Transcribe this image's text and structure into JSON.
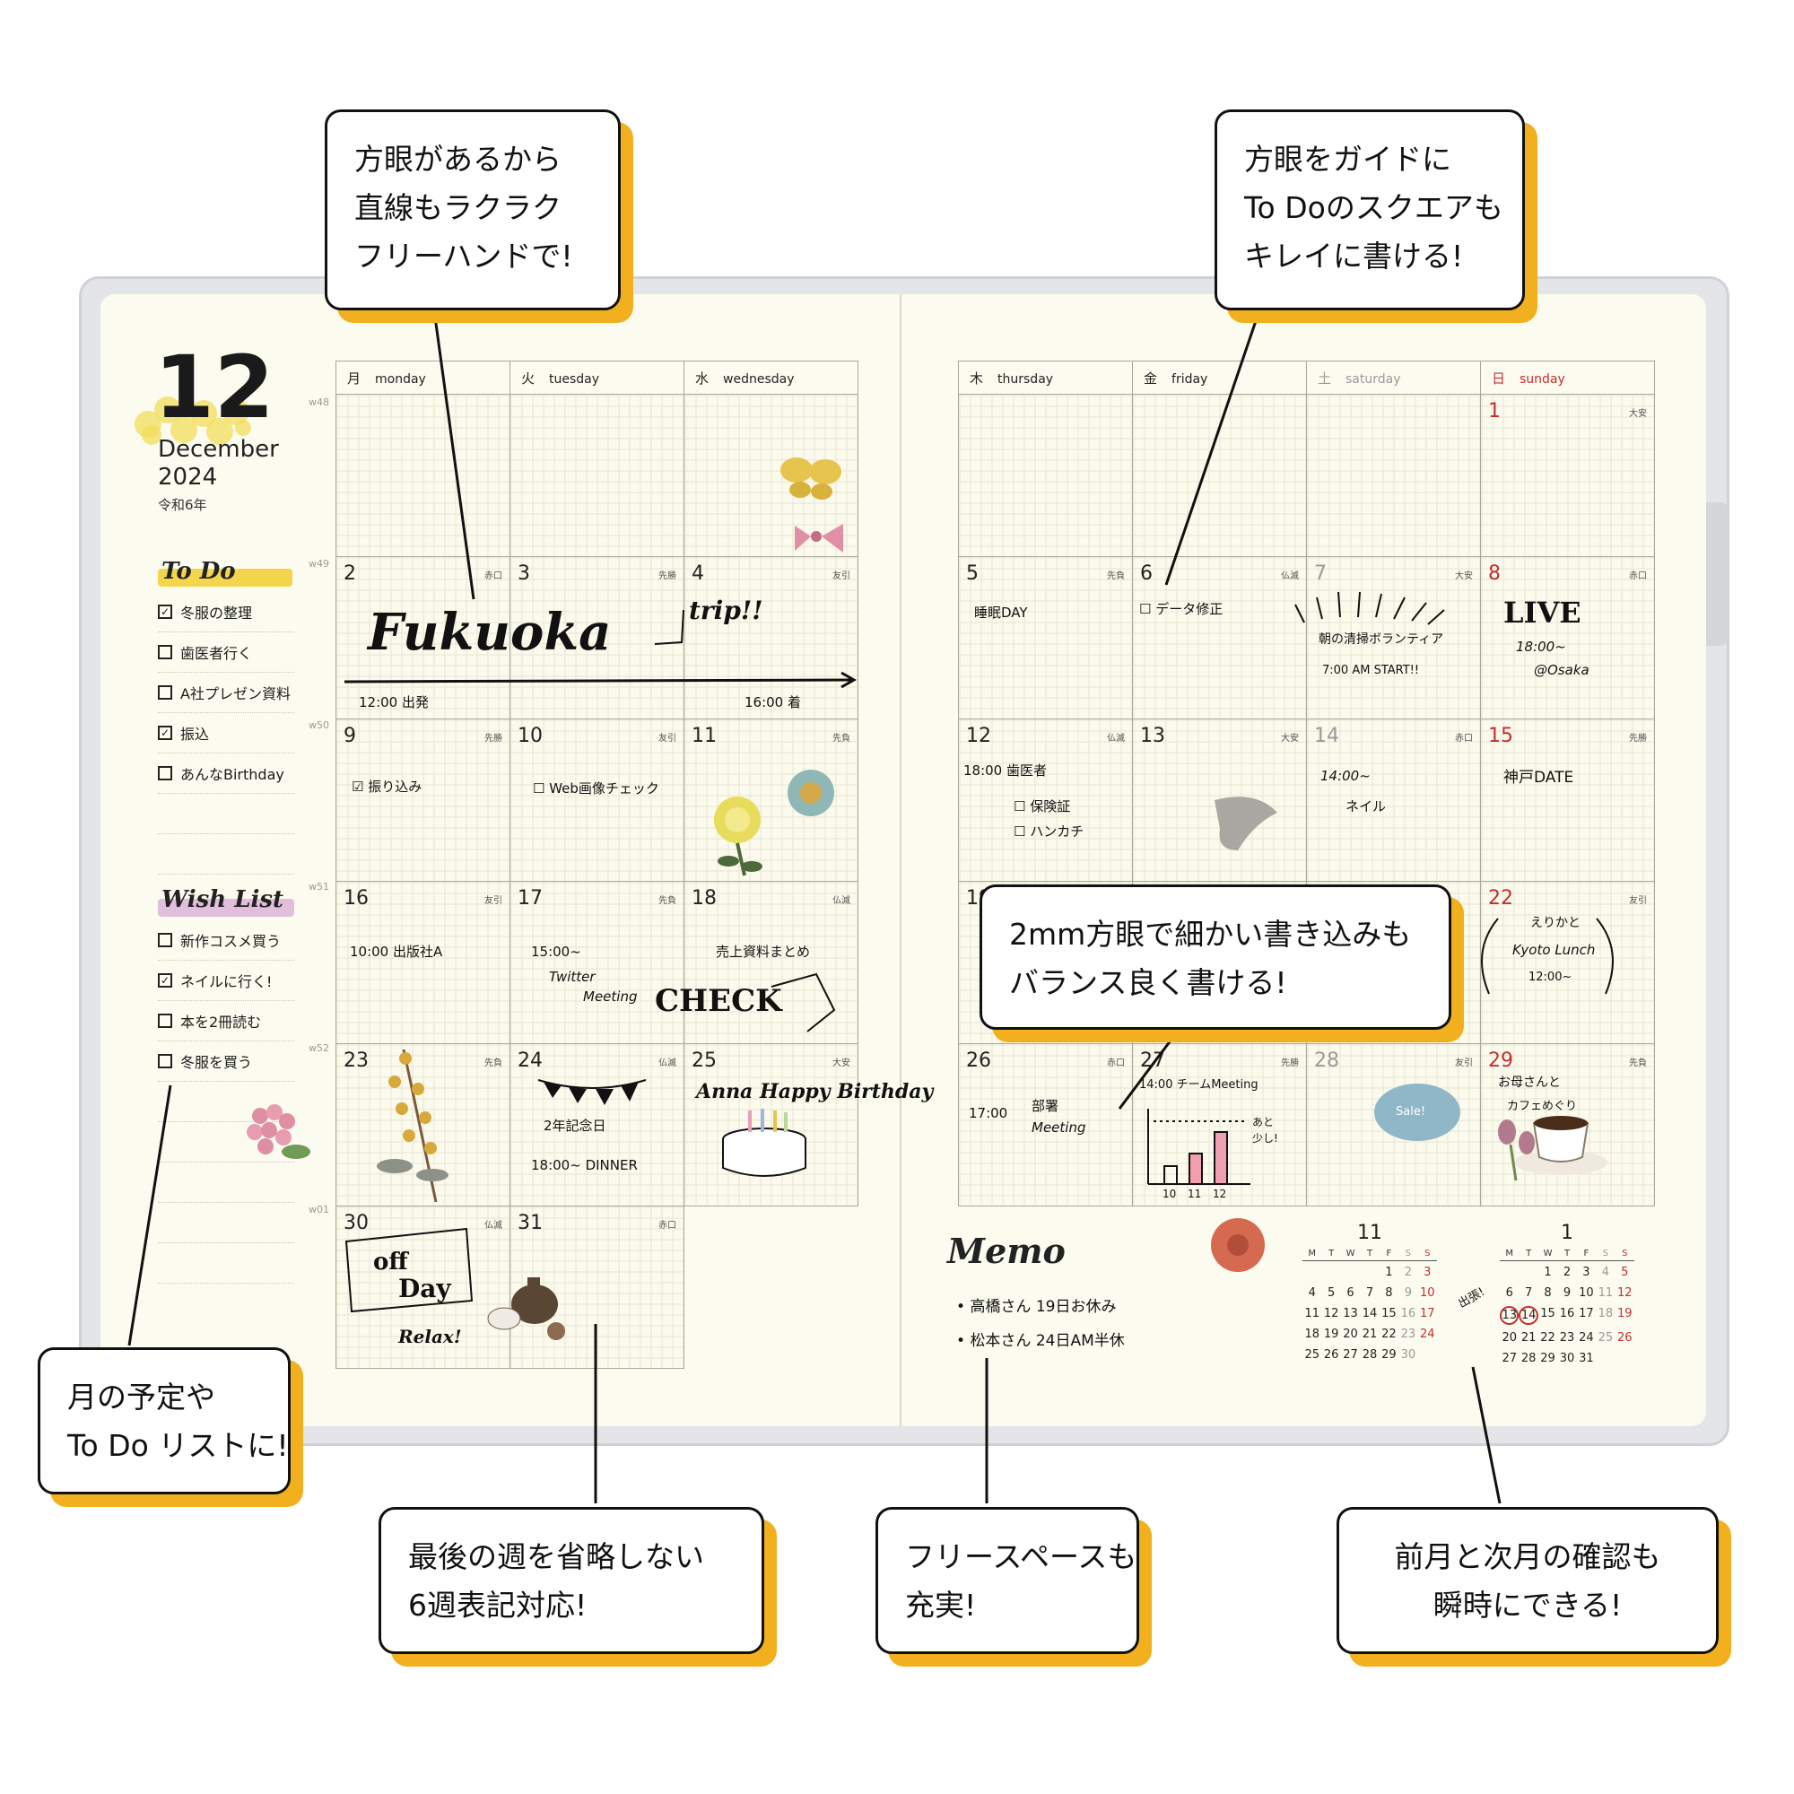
{
  "planner": {
    "month_number": "12",
    "month_name": "December",
    "year": "2024",
    "era": "令和6年",
    "todo_title": "To Do",
    "todo_items": [
      {
        "text": "冬服の整理",
        "checked": true
      },
      {
        "text": "歯医者行く",
        "checked": false
      },
      {
        "text": "A社プレゼン資料",
        "checked": false
      },
      {
        "text": "振込",
        "checked": true
      },
      {
        "text": "あんなBirthday",
        "checked": false
      }
    ],
    "wishlist_title": "Wish List",
    "wishlist_items": [
      {
        "text": "新作コスメ買う",
        "checked": false
      },
      {
        "text": "ネイルに行く!",
        "checked": true
      },
      {
        "text": "本を2冊読む",
        "checked": false
      },
      {
        "text": "冬服を買う",
        "checked": false
      }
    ],
    "week_labels": [
      "w48",
      "w49",
      "w50",
      "w51",
      "w52",
      "w01"
    ],
    "left_days": [
      {
        "kanji": "月",
        "en": "monday"
      },
      {
        "kanji": "火",
        "en": "tuesday"
      },
      {
        "kanji": "水",
        "en": "wednesday"
      }
    ],
    "right_days": [
      {
        "kanji": "木",
        "en": "thursday"
      },
      {
        "kanji": "金",
        "en": "friday"
      },
      {
        "kanji": "土",
        "en": "saturday"
      },
      {
        "kanji": "日",
        "en": "sunday"
      }
    ],
    "left_rows": [
      [
        {
          "d": "",
          "r": ""
        },
        {
          "d": "",
          "r": ""
        },
        {
          "d": "",
          "r": ""
        }
      ],
      [
        {
          "d": "2",
          "r": "赤口"
        },
        {
          "d": "3",
          "r": "先勝"
        },
        {
          "d": "4",
          "r": "友引"
        }
      ],
      [
        {
          "d": "9",
          "r": "先勝"
        },
        {
          "d": "10",
          "r": "友引"
        },
        {
          "d": "11",
          "r": "先負"
        }
      ],
      [
        {
          "d": "16",
          "r": "友引"
        },
        {
          "d": "17",
          "r": "先負"
        },
        {
          "d": "18",
          "r": "仏滅"
        }
      ],
      [
        {
          "d": "23",
          "r": "先負"
        },
        {
          "d": "24",
          "r": "仏滅"
        },
        {
          "d": "25",
          "r": "大安"
        }
      ],
      [
        {
          "d": "30",
          "r": "仏滅"
        },
        {
          "d": "31",
          "r": "赤口"
        }
      ]
    ],
    "right_rows": [
      [
        {
          "d": "",
          "r": ""
        },
        {
          "d": "",
          "r": ""
        },
        {
          "d": "",
          "r": ""
        },
        {
          "d": "1",
          "r": "大安"
        }
      ],
      [
        {
          "d": "5",
          "r": "先負"
        },
        {
          "d": "6",
          "r": "仏滅"
        },
        {
          "d": "7",
          "r": "大安"
        },
        {
          "d": "8",
          "r": "赤口"
        }
      ],
      [
        {
          "d": "12",
          "r": "仏滅"
        },
        {
          "d": "13",
          "r": "大安"
        },
        {
          "d": "14",
          "r": "赤口"
        },
        {
          "d": "15",
          "r": "先勝"
        }
      ],
      [
        {
          "d": "19",
          "r": ""
        },
        {
          "d": "",
          "r": ""
        },
        {
          "d": "",
          "r": ""
        },
        {
          "d": "22",
          "r": "友引"
        }
      ],
      [
        {
          "d": "26",
          "r": "赤口"
        },
        {
          "d": "27",
          "r": "先勝"
        },
        {
          "d": "28",
          "r": "友引"
        },
        {
          "d": "29",
          "r": "先負"
        }
      ]
    ]
  },
  "entries": {
    "fukuoka": "Fukuoka",
    "trip": "trip!!",
    "depart": "12:00 出発",
    "arrive": "16:00 着",
    "furikomi": "振り込み",
    "web_check": "Web画像チェック",
    "sleep_day": "睡眠DAY",
    "data_fix": "データ修正",
    "volunteer": "朝の清掃ボランティア",
    "volunteer_time": "7:00 AM START!!",
    "live": "LIVE",
    "live_time": "18:00~",
    "live_place": "@Osaka",
    "dentist_time": "18:00",
    "dentist": "歯医者",
    "insurance": "保険証",
    "handkerchief": "ハンカチ",
    "nail_time": "14:00~",
    "nail": "ネイル",
    "kobe_date": "神戸DATE",
    "meeting_a": "10:00 出版社A",
    "twitter_time": "15:00~",
    "twitter": "Twitter",
    "twitter_meeting": "Meeting",
    "sales_summary": "売上資料まとめ",
    "check": "CHECK",
    "eriko": "えりかと",
    "kyoto_lunch": "Kyoto Lunch",
    "kyoto_time": "12:00~",
    "anniversary": "2年記念日",
    "dinner": "18:00~ DINNER",
    "anna_birthday": "Anna Happy Birthday",
    "bucho_time": "17:00",
    "bucho": "部署",
    "bucho_meeting": "Meeting",
    "team_meeting": "14:00 チームMeeting",
    "chart_note_1": "あと",
    "chart_note_2": "少し!",
    "chart_labels": [
      "10",
      "11",
      "12"
    ],
    "mother": "お母さんと",
    "cafe": "カフェめぐり",
    "sale_sticker": "Sale!",
    "off_day_1": "off",
    "off_day_2": "Day",
    "relax": "Relax!"
  },
  "memo": {
    "title": "Memo",
    "items": [
      "高橋さん 19日お休み",
      "松本さん 24日AM半休"
    ]
  },
  "mini_calendars": {
    "dow": [
      "M",
      "T",
      "W",
      "T",
      "F",
      "S",
      "S"
    ],
    "shutcho": "出張!",
    "nov": {
      "title": "11",
      "weeks": [
        [
          "",
          "",
          "",
          "",
          "1",
          "2",
          "3"
        ],
        [
          "4",
          "5",
          "6",
          "7",
          "8",
          "9",
          "10"
        ],
        [
          "11",
          "12",
          "13",
          "14",
          "15",
          "16",
          "17"
        ],
        [
          "18",
          "19",
          "20",
          "21",
          "22",
          "23",
          "24"
        ],
        [
          "25",
          "26",
          "27",
          "28",
          "29",
          "30",
          ""
        ]
      ]
    },
    "jan": {
      "title": "1",
      "weeks": [
        [
          "",
          "",
          "1",
          "2",
          "3",
          "4",
          "5"
        ],
        [
          "6",
          "7",
          "8",
          "9",
          "10",
          "11",
          "12"
        ],
        [
          "13",
          "14",
          "15",
          "16",
          "17",
          "18",
          "19"
        ],
        [
          "20",
          "21",
          "22",
          "23",
          "24",
          "25",
          "26"
        ],
        [
          "27",
          "28",
          "29",
          "30",
          "31",
          "",
          ""
        ]
      ]
    }
  },
  "callouts": {
    "grid_freehand": "方眼があるから\n直線もラクラク\nフリーハンドで!",
    "grid_todo": "方眼をガイドに\nTo Doのスクエアも\nキレイに書ける!",
    "fine_writing": "2mm方眼で細かい書き込みも\nバランス良く書ける!",
    "monthly_todo": "月の予定や\nTo Do リストに!",
    "six_weeks": "最後の週を省略しない\n6週表記対応!",
    "free_space": "フリースペースも\n充実!",
    "prev_next": "前月と次月の確認も\n瞬時にできる!"
  },
  "colors": {
    "accent_shadow": "#f2b01e",
    "sunday_red": "#c0302f",
    "saturday_gray": "#9a9a9a",
    "paper": "#fcfbef",
    "todo_highlight": "#f3d64d",
    "wishlist_highlight": "#d8a9d6"
  }
}
